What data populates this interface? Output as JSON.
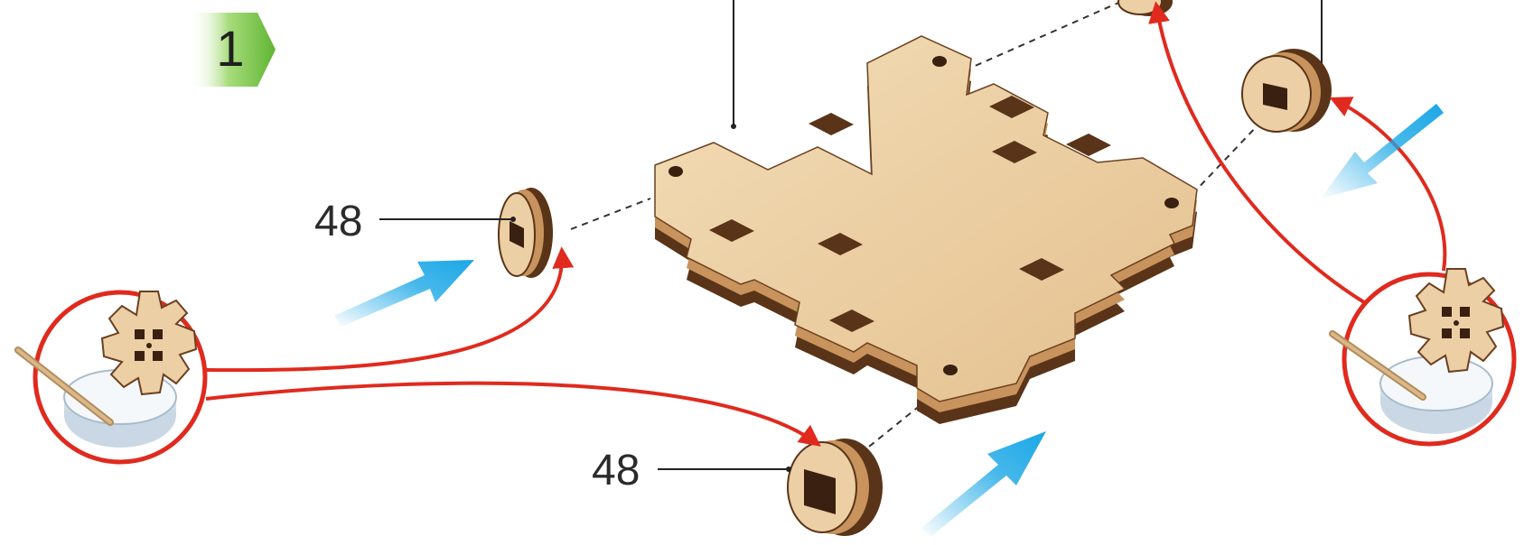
{
  "step": {
    "number": "1",
    "badge_color": "#6fbf3f"
  },
  "callouts": [
    {
      "id": "top-left-washer-label",
      "text": "48"
    },
    {
      "id": "bottom-washer-label",
      "text": "48"
    }
  ],
  "colors": {
    "wood_face": "#eccfa4",
    "wood_edge": "#5a3418",
    "wood_mid": "#c8935c",
    "red_arrow": "#e02a1e",
    "blue_arrow": "#1aa7e6",
    "glue_cup": "#d9e6ef"
  },
  "icons": [
    "glue-cup-icon",
    "toothpick-icon",
    "gear-part-icon",
    "motion-arrow-icon"
  ]
}
